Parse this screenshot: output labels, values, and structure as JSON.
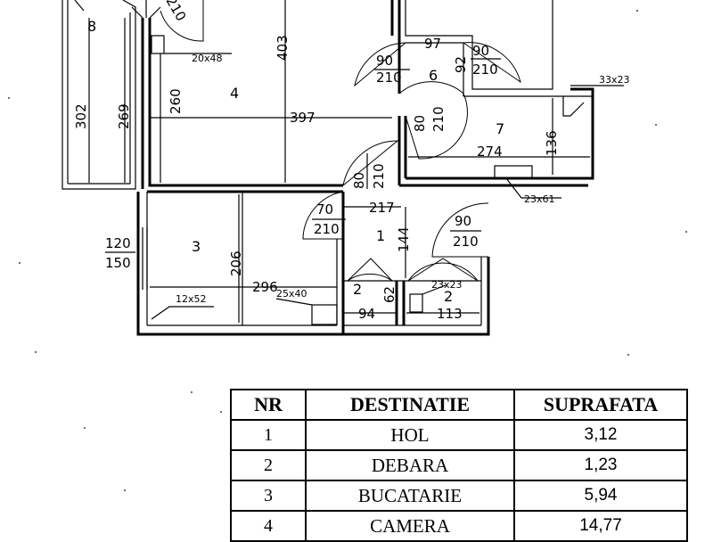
{
  "rooms": {
    "r1": "1",
    "r2a": "2",
    "r2b": "2",
    "r3": "3",
    "r4": "4",
    "r6": "6",
    "r7": "7",
    "r8": "8"
  },
  "dims": {
    "d302": "302",
    "d269": "269",
    "d260": "260",
    "d403": "403",
    "d397": "397",
    "d97": "97",
    "d92": "92",
    "d136": "136",
    "d274": "274",
    "d217": "217",
    "d206": "206",
    "d296": "296",
    "d144": "144",
    "d62": "62",
    "d94": "94",
    "d113": "113"
  },
  "doors": {
    "top_w": "210",
    "w6l": "90",
    "h6l": "210",
    "w6r": "90",
    "h6r": "210",
    "w4": "80",
    "h4": "210",
    "w6b": "80",
    "h6b": "210",
    "w3": "70",
    "h3": "210",
    "w7": "90",
    "h7": "210",
    "win_w": "120",
    "win_h": "150"
  },
  "fixtures": {
    "f1": "20x48",
    "f2": "33x23",
    "f3": "23x61",
    "f4": "12x52",
    "f5": "25x40",
    "f6": "23x23"
  },
  "legend": {
    "headers": {
      "nr": "NR",
      "dest": "DESTINATIE",
      "sup": "SUPRAFATA"
    },
    "rows": [
      {
        "nr": "1",
        "dest": "HOL",
        "sup": "3,12"
      },
      {
        "nr": "2",
        "dest": "DEBARA",
        "sup": "1,23"
      },
      {
        "nr": "3",
        "dest": "BUCATARIE",
        "sup": "5,94"
      },
      {
        "nr": "4",
        "dest": "CAMERA",
        "sup": "14,77"
      }
    ]
  }
}
